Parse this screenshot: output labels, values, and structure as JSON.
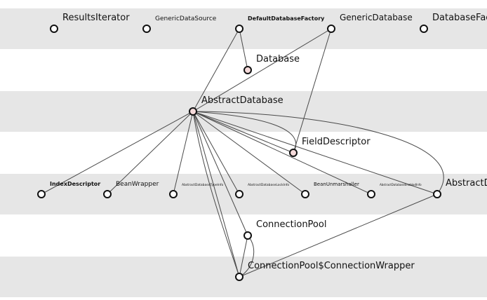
{
  "colors": {
    "band": "#e6e6e6",
    "edge": "#4a4a4a",
    "node_fill_default": "#ffffff",
    "node_fill_highlight": "#f5dada",
    "node_stroke": "#111111"
  },
  "nodes": [
    {
      "id": "results-iterator",
      "label": "ResultsIterator"
    },
    {
      "id": "generic-data-source",
      "label": "GenericDataSource"
    },
    {
      "id": "default-database-factory",
      "label": "DefaultDatabaseFactory"
    },
    {
      "id": "generic-database",
      "label": "GenericDatabase"
    },
    {
      "id": "database-factory",
      "label": "DatabaseFac"
    },
    {
      "id": "database",
      "label": "Database"
    },
    {
      "id": "abstract-database",
      "label": "AbstractDatabase"
    },
    {
      "id": "field-descriptor",
      "label": "FieldDescriptor"
    },
    {
      "id": "index-descriptor",
      "label": "IndexDescriptor"
    },
    {
      "id": "bean-wrapper",
      "label": "BeanWrapper"
    },
    {
      "id": "abstract-database-type-info",
      "label": "AbstractDatabaseTypeInfo"
    },
    {
      "id": "abstract-database-lock-info",
      "label": "AbstractDatabaseLockInfo"
    },
    {
      "id": "bean-unmarshaller",
      "label": "BeanUnmarshaller"
    },
    {
      "id": "abstract-database-enabled-info",
      "label": "AbstractDatabaseEnabledInfo"
    },
    {
      "id": "abstract-d",
      "label": "AbstractD"
    },
    {
      "id": "connection-pool",
      "label": "ConnectionPool"
    },
    {
      "id": "connection-wrapper",
      "label": "ConnectionPool$ConnectionWrapper"
    }
  ]
}
